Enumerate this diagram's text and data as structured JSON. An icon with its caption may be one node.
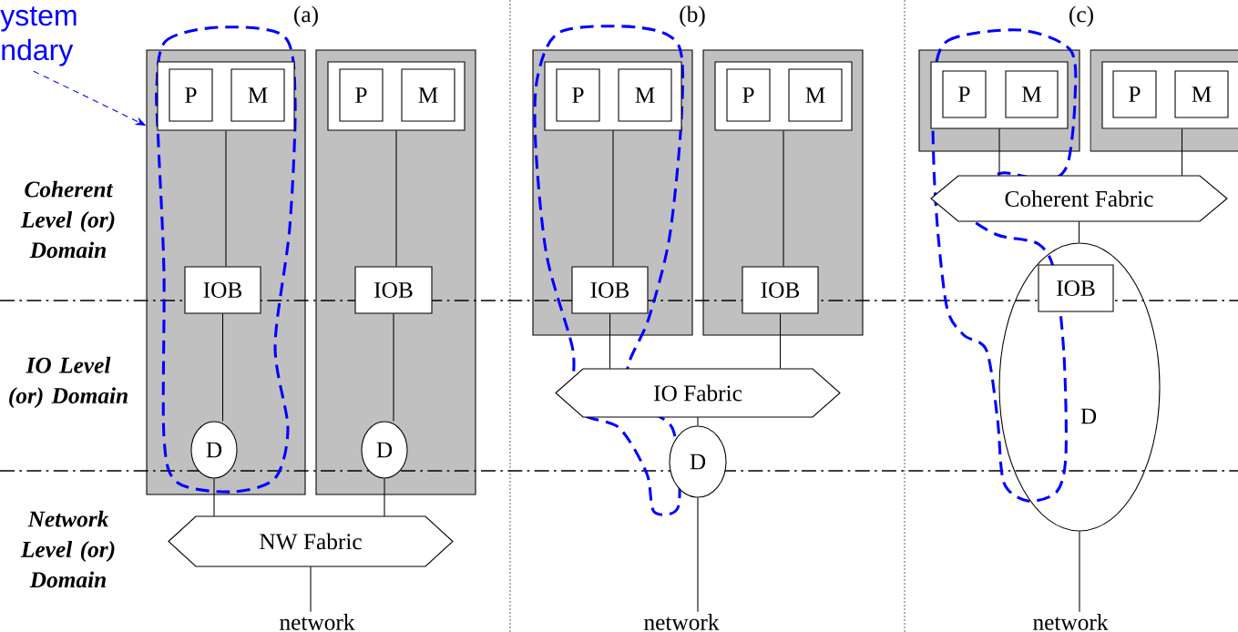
{
  "diagram": {
    "nodes": [
      {
        "text": [],
        "shape": "box"
      },
      {
        "text": [],
        "shape": "box",
        "in": 0
      },
      {
        "text": [
          "P"
        ],
        "in": 1
      },
      {
        "text": [
          "M"
        ],
        "in": 1
      },
      {
        "text": [
          "IOB"
        ],
        "in": 0
      },
      {
        "text": [
          "D"
        ],
        "in": 0
      },
      {
        "text": [],
        "shape": "box"
      },
      {
        "text": [],
        "shape": "box",
        "in": 6
      },
      {
        "text": [
          "P"
        ],
        "in": 7
      },
      {
        "text": [
          "M"
        ],
        "in": 7
      },
      {
        "text": [
          "IOB"
        ],
        "in": 6
      },
      {
        "text": [
          "D"
        ],
        "in": 6
      },
      {
        "text": [
          "NW Fabric"
        ]
      },
      {
        "text": [
          "network"
        ]
      },
      {
        "text": [],
        "shape": "box"
      },
      {
        "text": [],
        "shape": "box",
        "in": 14
      },
      {
        "text": [
          "P"
        ],
        "in": 15
      },
      {
        "text": [
          "M"
        ],
        "in": 15
      },
      {
        "text": [
          "IOB"
        ],
        "in": 14
      },
      {
        "text": [],
        "shape": "box"
      },
      {
        "text": [],
        "shape": "box",
        "in": 19
      },
      {
        "text": [
          "P"
        ],
        "in": 20
      },
      {
        "text": [
          "M"
        ],
        "in": 20
      },
      {
        "text": [
          "IOB"
        ],
        "in": 19
      },
      {
        "text": [
          "IO Fabric"
        ]
      },
      {
        "text": [
          "D"
        ]
      },
      {
        "text": [
          "network"
        ]
      },
      {
        "text": [],
        "shape": "box"
      },
      {
        "text": [],
        "shape": "box",
        "in": 27
      },
      {
        "text": [
          "P"
        ],
        "in": 28
      },
      {
        "text": [
          "M"
        ],
        "in": 28
      },
      {
        "text": [],
        "shape": "box"
      },
      {
        "text": [],
        "shape": "box",
        "in": 31
      },
      {
        "text": [
          "P"
        ],
        "in": 32
      },
      {
        "text": [
          "M"
        ],
        "in": 32
      },
      {
        "text": [
          "Coherent Fabric"
        ]
      },
      {
        "text": [
          "D"
        ]
      },
      {
        "text": [
          "IOB"
        ],
        "in": 36
      },
      {
        "text": [
          "network"
        ]
      },
      {
        "text": [
          "ystem ndary"
        ]
      }
    ],
    "edges": [
      {
        "from": 1,
        "to": 4,
        "arrow": "none"
      },
      {
        "from": 4,
        "to": 5,
        "arrow": "none"
      },
      {
        "from": 5,
        "to": 12,
        "arrow": "none"
      },
      {
        "from": 7,
        "to": 10,
        "arrow": "none"
      },
      {
        "from": 10,
        "to": 11,
        "arrow": "none"
      },
      {
        "from": 11,
        "to": 12,
        "arrow": "none"
      },
      {
        "from": 12,
        "to": 13,
        "arrow": "none"
      },
      {
        "from": 15,
        "to": 18,
        "arrow": "none"
      },
      {
        "from": 18,
        "to": 24,
        "arrow": "none"
      },
      {
        "from": 20,
        "to": 23,
        "arrow": "none"
      },
      {
        "from": 23,
        "to": 24,
        "arrow": "none"
      },
      {
        "from": 24,
        "to": 25,
        "arrow": "none"
      },
      {
        "from": 25,
        "to": 26,
        "arrow": "none"
      },
      {
        "from": 28,
        "to": 35,
        "arrow": "none"
      },
      {
        "from": 32,
        "to": 35,
        "arrow": "none"
      },
      {
        "from": 35,
        "to": 36,
        "arrow": "none"
      },
      {
        "from": 36,
        "to": 38,
        "arrow": "none"
      },
      {
        "from": 39,
        "to": 0,
        "arrow": "to",
        "style": "dashed",
        "color": "#0000ff"
      }
    ],
    "labels": [
      "(a)",
      "(b)",
      "(c)",
      "Coherent Level (or) Domain",
      "IO Level (or) Domain",
      "Network Level (or) Domain"
    ]
  }
}
